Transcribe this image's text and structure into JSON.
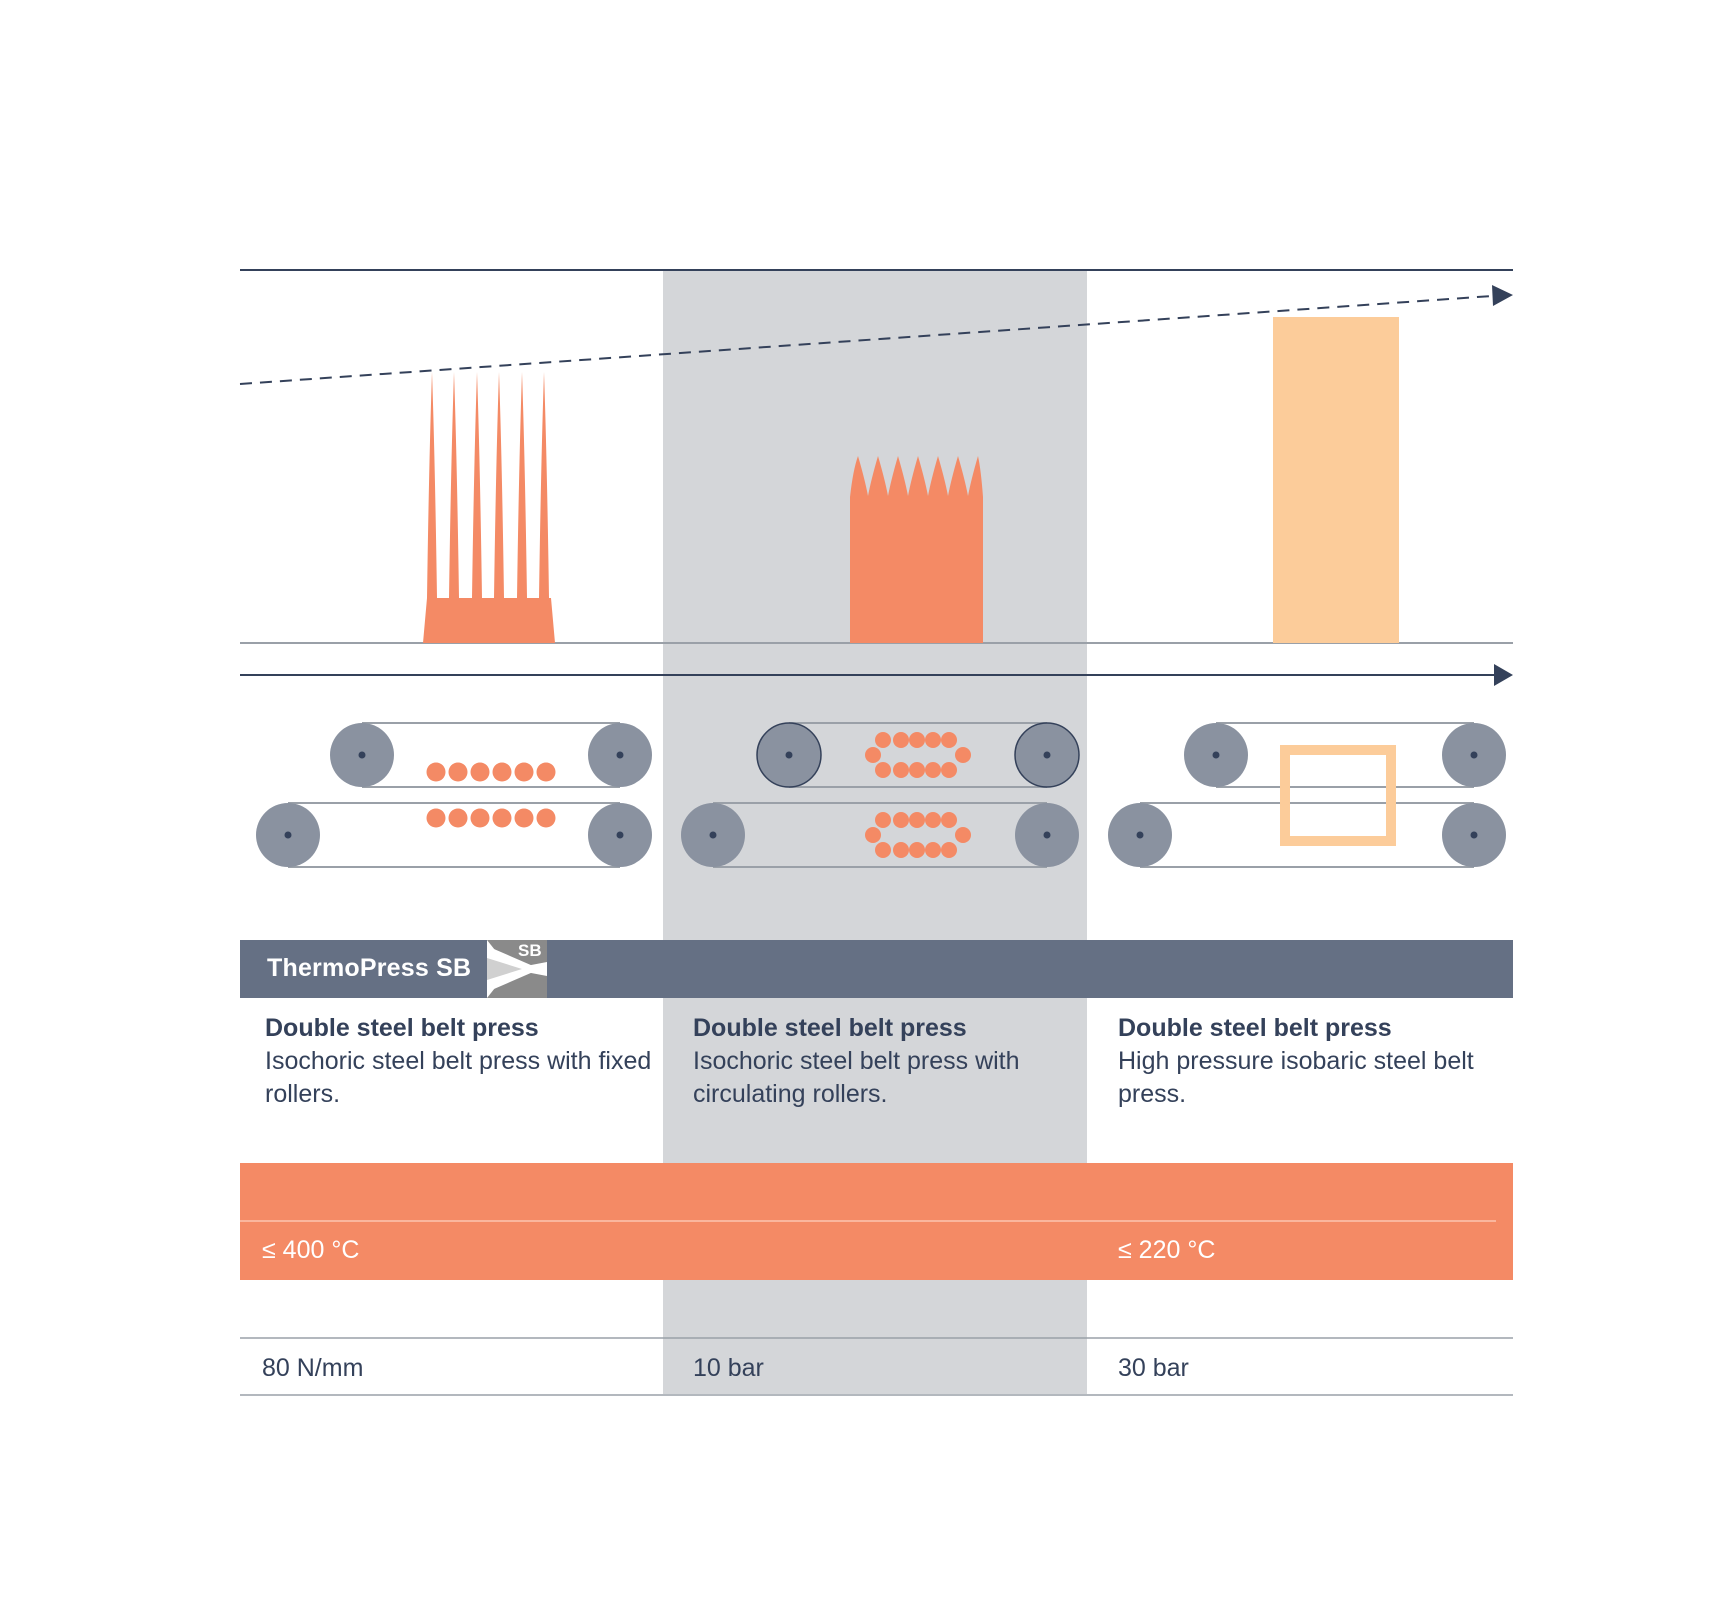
{
  "brand": {
    "name": "ThermoPress SB",
    "badge": "SB"
  },
  "columns": [
    {
      "title": "Double steel belt press",
      "description": "Isochoric steel belt press with fixed rollers.",
      "temperature": "≤ 400 °C",
      "pressure": "80 N/mm"
    },
    {
      "title": "Double steel belt press",
      "description": "Isochoric steel belt press with circulating rollers.",
      "temperature": "",
      "pressure": "10 bar"
    },
    {
      "title": "Double steel belt press",
      "description": "High pressure isobaric steel belt press.",
      "temperature": "≤ 220 °C",
      "pressure": "30 bar"
    }
  ],
  "colors": {
    "navy": "#34415a",
    "slate": "#657084",
    "roller": "#8a92a0",
    "highlight_column": "#d4d6d9",
    "orange": "#f48a65",
    "peach": "#fccc9a",
    "rule": "#9aa0a8"
  },
  "icons": [
    "pressure-spikes-graph",
    "pressure-plateau-graph",
    "pressure-block-graph",
    "belt-press-schematic",
    "trend-arrow",
    "process-direction-arrow",
    "sb-logo-icon"
  ]
}
